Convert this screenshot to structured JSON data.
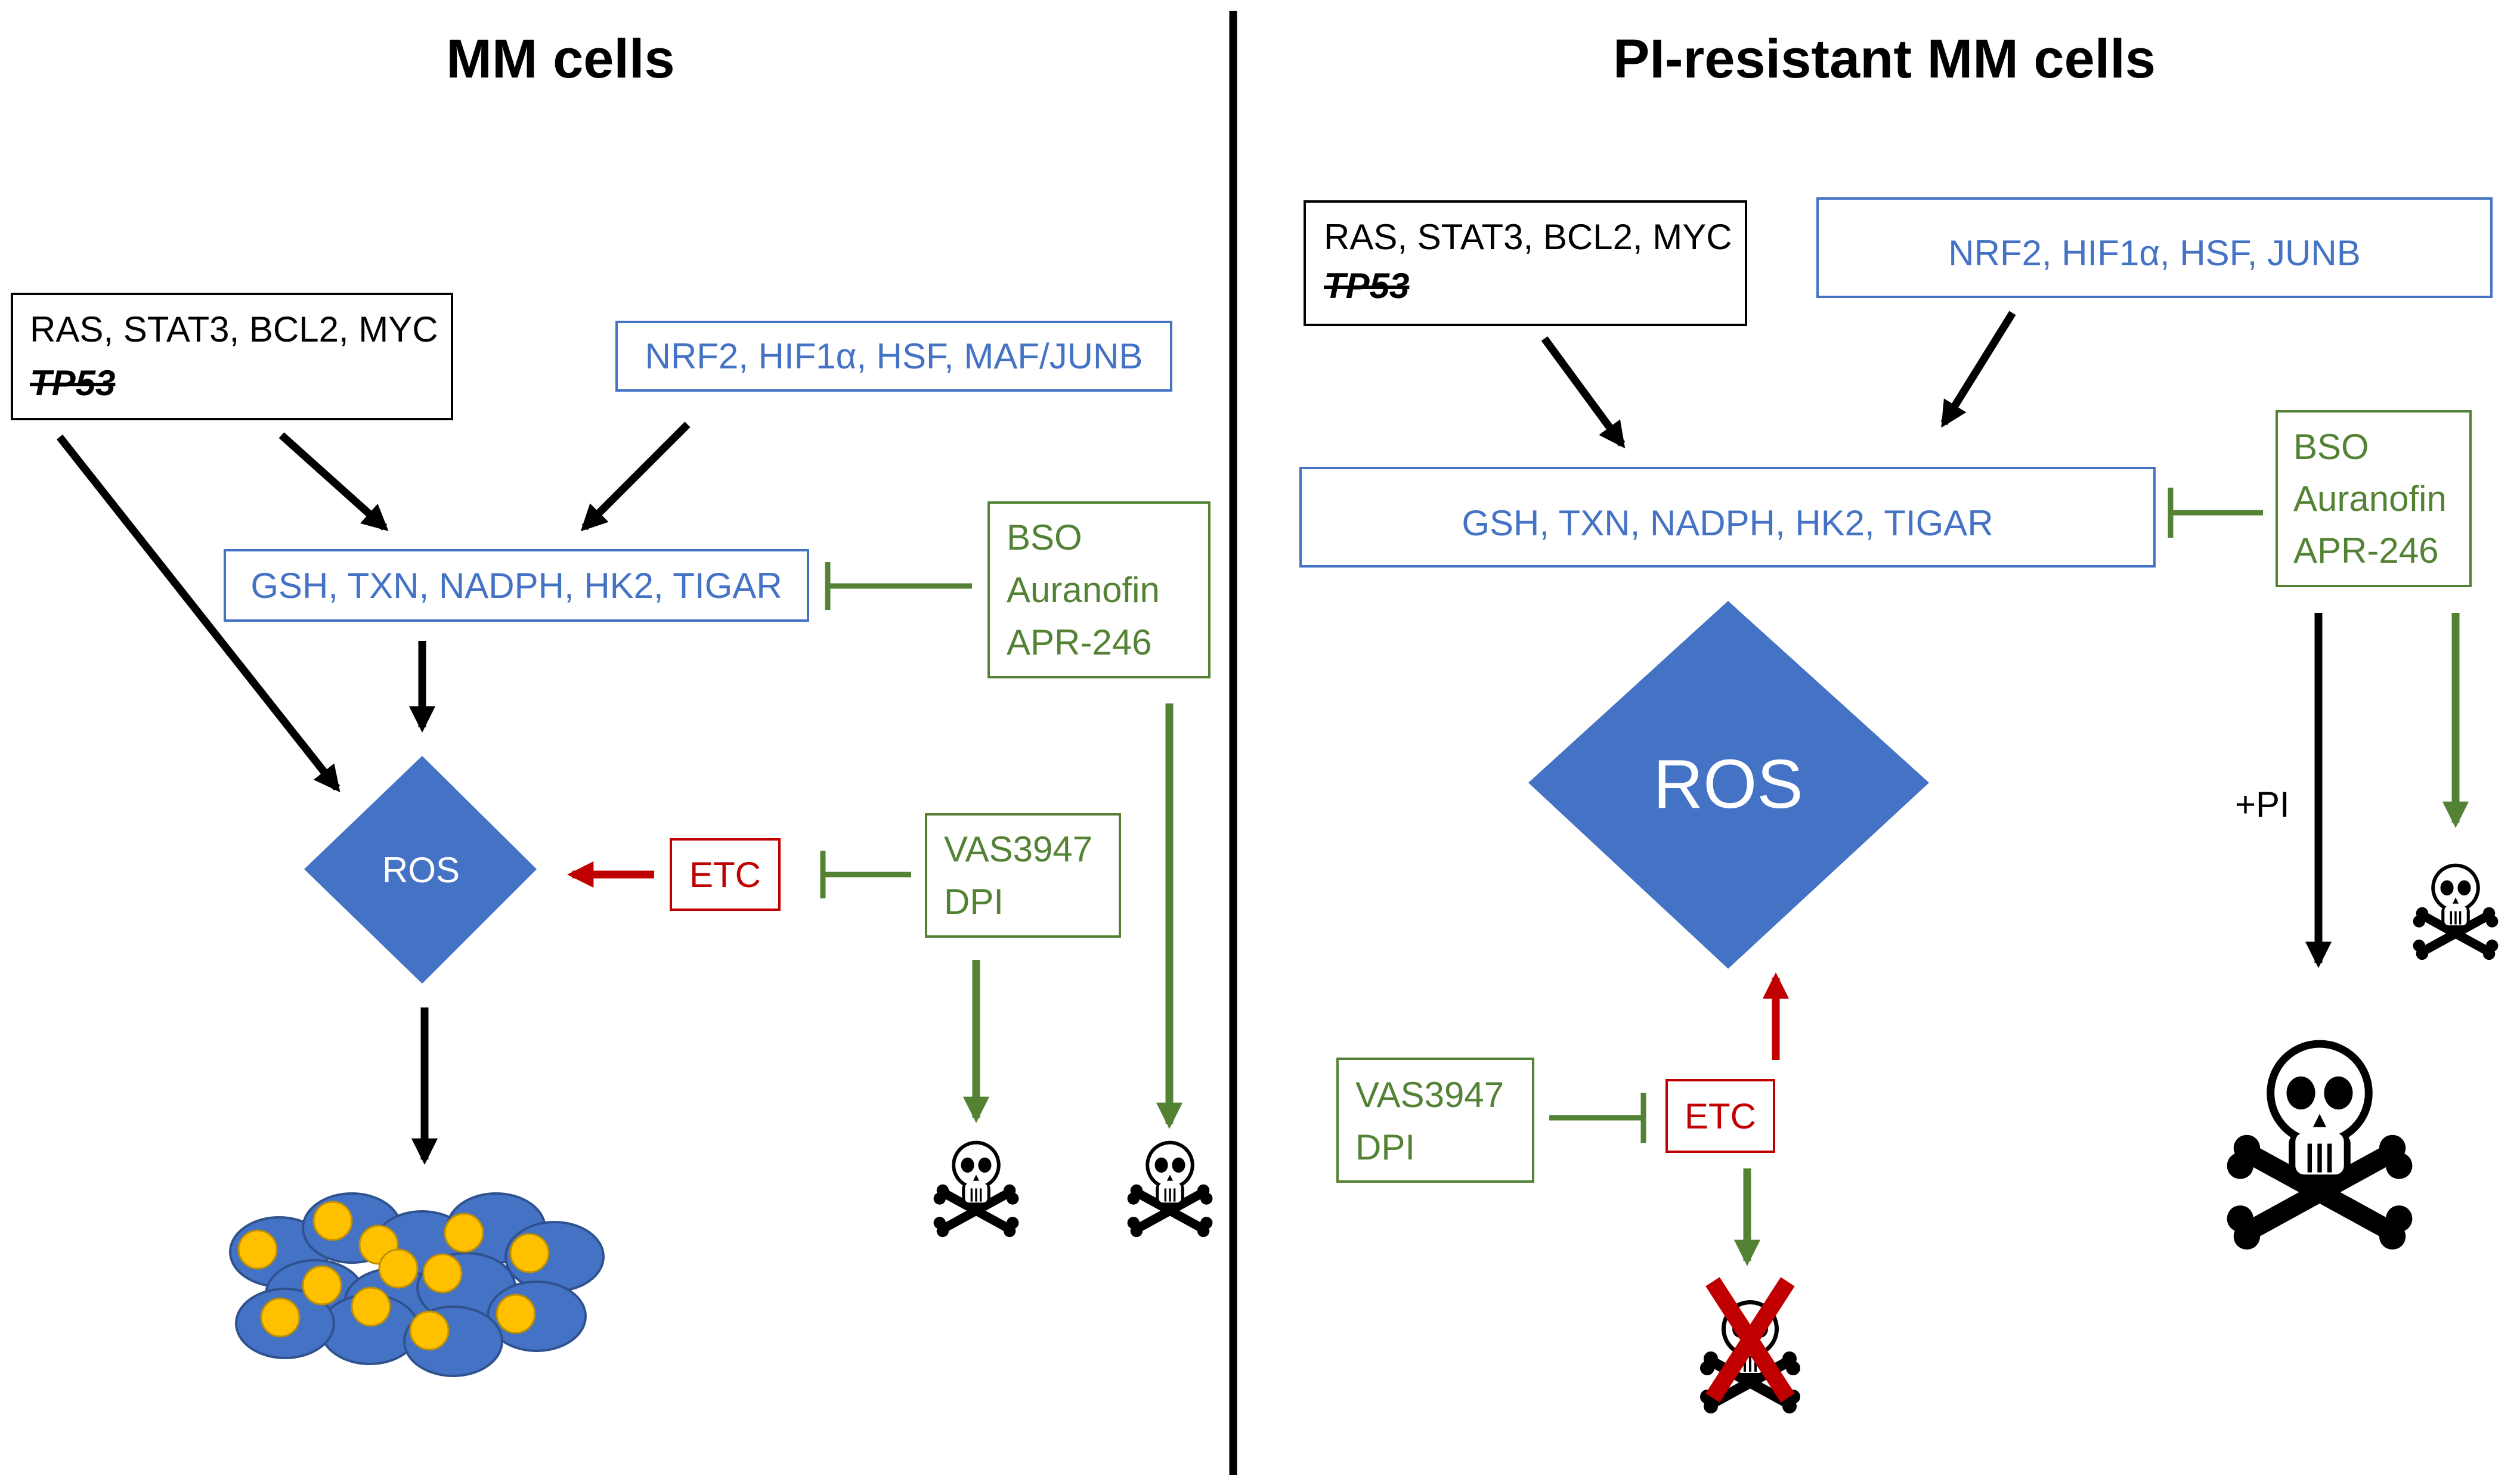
{
  "left_panel": {
    "title": "MM cells",
    "oncogenes": {
      "line1": "RAS, STAT3, BCL2, MYC",
      "line2": "TP53"
    },
    "transcription_factors": "NRF2, HIF1α, HSF, MAF/JUNB",
    "antioxidants": "GSH, TXN, NADPH, HK2, TIGAR",
    "inhibitors_a": [
      "BSO",
      "Auranofin",
      "APR-246"
    ],
    "ros": "ROS",
    "etc": "ETC",
    "inhibitors_b": [
      "VAS3947",
      "DPI"
    ]
  },
  "right_panel": {
    "title": "PI-resistant MM cells",
    "oncogenes": {
      "line1": "RAS, STAT3, BCL2, MYC",
      "line2": "TP53"
    },
    "transcription_factors": "NRF2, HIF1α, HSF, JUNB",
    "antioxidants": "GSH, TXN, NADPH, HK2, TIGAR",
    "inhibitors_a": [
      "BSO",
      "Auranofin",
      "APR-246"
    ],
    "ros": "ROS",
    "etc": "ETC",
    "inhibitors_b": [
      "VAS3947",
      "DPI"
    ],
    "pi_label": "+PI"
  },
  "colors": {
    "blue": "#4472C4",
    "green": "#548235",
    "red": "#C00000",
    "cell_body": "#4472C4",
    "nucleus": "#FFC000",
    "black": "#000000"
  },
  "icons": [
    "skull-crossbones-icon",
    "red-x-icon",
    "myeloma-cells-icon"
  ]
}
